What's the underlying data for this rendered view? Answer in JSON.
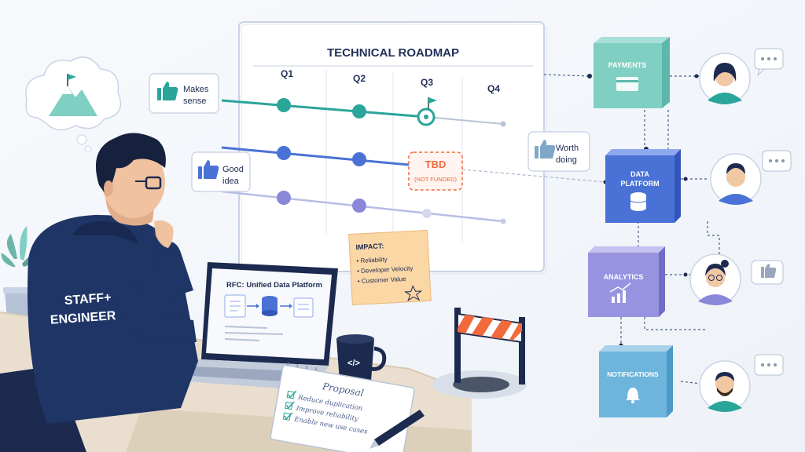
{
  "roadmap": {
    "title": "TECHNICAL ROADMAP",
    "quarters": [
      "Q1",
      "Q2",
      "Q3",
      "Q4"
    ],
    "tbd": "TBD",
    "not_funded": "(NOT FUNDED)"
  },
  "feedback": {
    "makes_sense": [
      "Makes",
      "sense"
    ],
    "good_idea": [
      "Good",
      "idea"
    ],
    "worth_doing": [
      "Worth",
      "doing"
    ]
  },
  "impact_note": {
    "title": "IMPACT:",
    "items": [
      "• Reliability",
      "• Developer Velocity",
      "• Customer Value"
    ]
  },
  "services": {
    "payments": "PAYMENTS",
    "data_platform": [
      "DATA",
      "PLATFORM"
    ],
    "analytics": "ANALYTICS",
    "notifications": "NOTIFICATIONS"
  },
  "hoodie": [
    "STAFF+",
    "ENGINEER"
  ],
  "laptop": {
    "rfc_title": "RFC: Unified Data Platform"
  },
  "mug": {
    "code_glyph": "</>"
  },
  "notebook": {
    "title": "Proposal",
    "items": [
      "Reduce duplication",
      "Improve reliability",
      "Enable new use cases"
    ]
  },
  "colors": {
    "teal": "#2aa59a",
    "blue": "#4a72d6",
    "purple": "#8a86d8",
    "navy": "#1d2a4f",
    "orange": "#f06a3c"
  }
}
